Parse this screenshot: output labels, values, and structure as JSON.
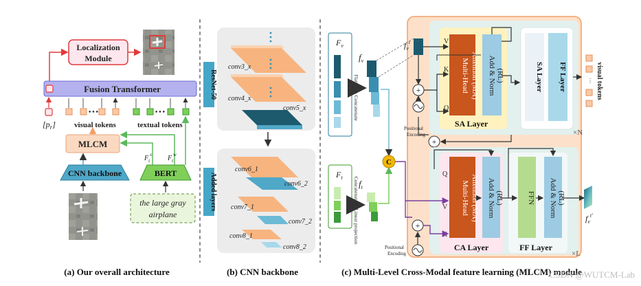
{
  "panel_a": {
    "localization_module": "Localization Module",
    "fusion_transformer": "Fusion Transformer",
    "pr_label": "[p_r]",
    "visual_tokens": "visual tokens",
    "textual_tokens": "textual tokens",
    "mlcm": "MLCM",
    "cnn_backbone": "CNN backbone",
    "bert": "BERT",
    "ft_s": "F_t^s",
    "ft_w": "F_t^w",
    "query_text": "the large gray airplane",
    "caption": "(a) Our overall architecture"
  },
  "panel_b": {
    "resnet": "ResNet-50",
    "added_layers": "Added layers",
    "conv3": "conv3_x",
    "conv4": "conv4_x",
    "conv5": "conv5_x",
    "conv6_1": "conv6_1",
    "conv6_2": "conv6_2",
    "conv7_1": "conv7_1",
    "conv7_2": "conv7_2",
    "conv8_1": "conv8_1",
    "conv8_2": "conv8_2",
    "caption": "(b) CNN backbone"
  },
  "panel_c": {
    "Fv": "F_v",
    "fv": "f_v",
    "fv_t": "f_v^t",
    "Ft": "F_t",
    "ft": "f_t",
    "flatten": "Flatten & Concatenate",
    "concat_linear": "Concatenate & Linear projection",
    "c_symbol": "C",
    "pos_enc": "Positional Encoding",
    "pos_enc2": "Positional Encoding",
    "V": "V",
    "K": "K",
    "Q": "Q",
    "mha": "Multi-Head Attention (MA)",
    "addnorm": "Add & Norm (RL)",
    "sa_layer": "SA Layer",
    "sa_layer_right": "SA Layer",
    "ff_layer_right": "FF Layer",
    "xN": "×N",
    "Q2": "Q",
    "V2": "V",
    "K2": "K",
    "mha2": "Multi-Head Attention (MA)",
    "addnorm2": "Add & Norm (RL)",
    "ffn": "FFN",
    "addnorm3": "Add & Norm (RL)",
    "ca_layer": "CA Layer",
    "ff_layer": "FF Layer",
    "xL": "×L",
    "fv_out": "f_v^{t'}",
    "visual_tokens": "visual tokens",
    "caption": "(c) Multi-Level Cross-Modal feature learning (MLCM) module"
  },
  "watermark": "CSDN @WUTCM-Lab",
  "colors": {
    "mint_bg": "#e2f0ee",
    "orange_bg": "#fde0c9",
    "attn_orange": "#c8561d",
    "addnorm_blue": "#9ccbe3",
    "ffn_green": "#b5db8f",
    "red": "#e23a3a",
    "purple": "#7b3fa0",
    "green": "#5cb85c",
    "gold": "#f2b705"
  }
}
